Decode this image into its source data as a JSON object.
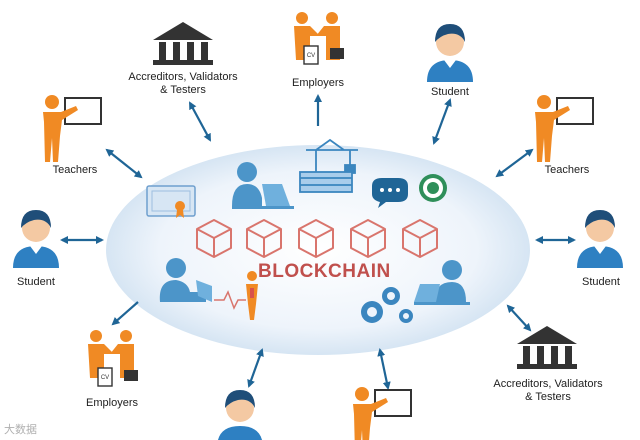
{
  "center": {
    "title": "BLOCKCHAIN"
  },
  "nodes": {
    "accreditors_top": "Accreditors, Validators\n& Testers",
    "employers_top": "Employers",
    "student_top_right": "Student",
    "teachers_left": "Teachers",
    "teachers_right": "Teachers",
    "student_left": "Student",
    "student_right": "Student",
    "employers_bottom": "Employers",
    "accreditors_bottom": "Accreditors, Validators\n& Testers"
  },
  "watermark": "大数据"
}
